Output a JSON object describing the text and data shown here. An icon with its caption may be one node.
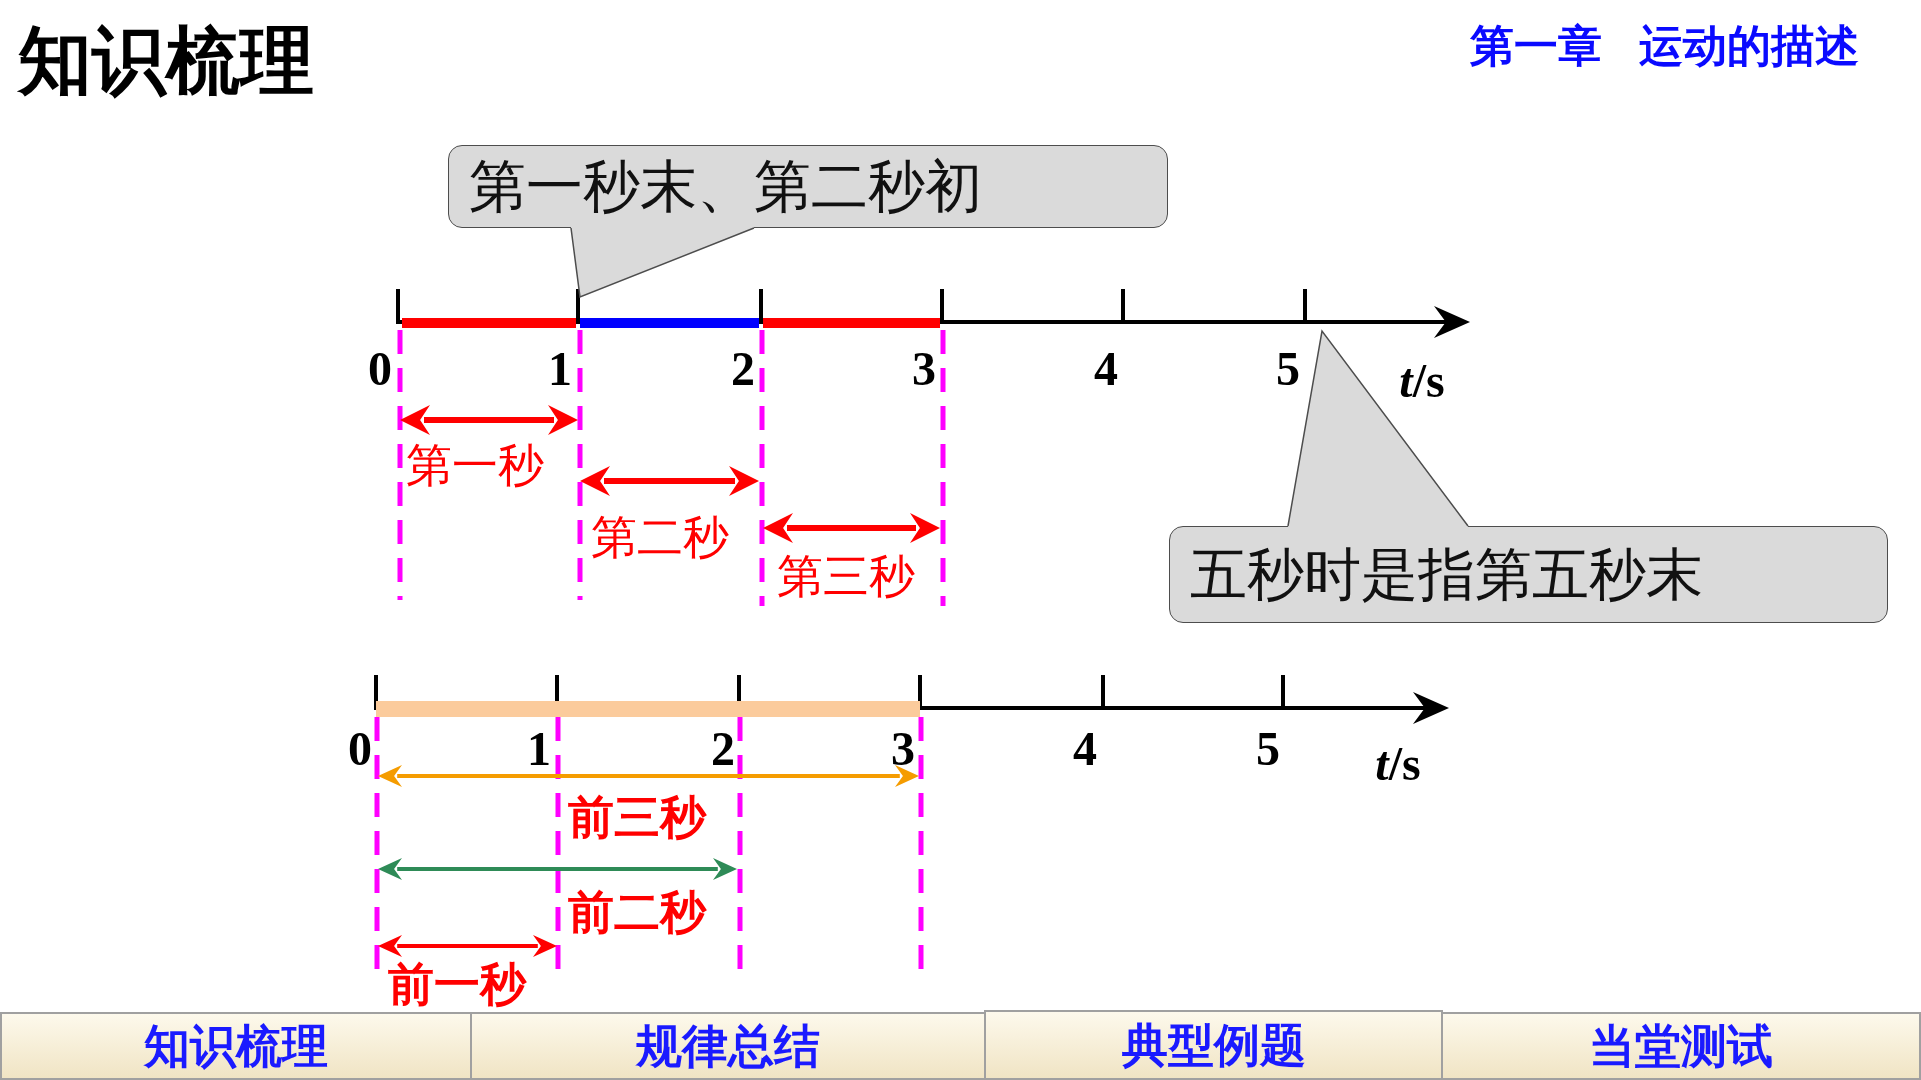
{
  "diagram": {
    "title": "知识梳理",
    "nodes": [
      {
        "text": [
          "第一秒末、第二秒初"
        ]
      },
      {
        "text": [
          "五秒时是指第五秒末"
        ]
      },
      {
        "text": [
          "知识梳理"
        ]
      },
      {
        "text": [
          "规律总结"
        ]
      },
      {
        "text": [
          "典型例题"
        ]
      },
      {
        "text": [
          "当堂测试"
        ]
      }
    ],
    "edges": [
      {
        "from": 0,
        "to": null,
        "arrow": "none"
      },
      {
        "from": 1,
        "to": null,
        "arrow": "none"
      }
    ],
    "labels": [
      "第一章 运动的描述",
      "0",
      "1",
      "2",
      "3",
      "4",
      "5",
      "*t*/s",
      "第一秒",
      "第二秒",
      "第三秒",
      "0",
      "1",
      "2",
      "3",
      "4",
      "5",
      "*t*/s",
      "前三秒",
      "前二秒",
      "前一秒"
    ]
  }
}
